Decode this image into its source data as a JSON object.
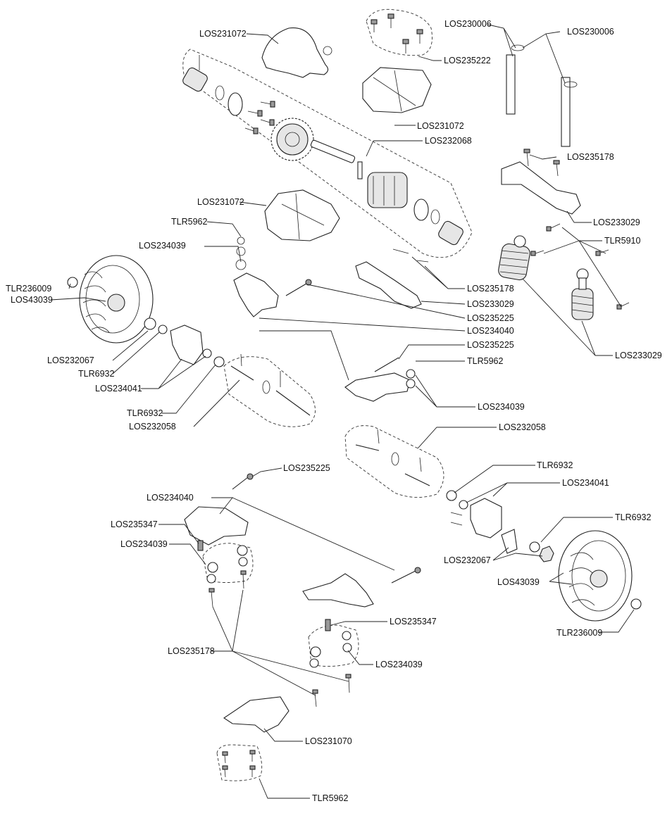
{
  "callouts": [
    {
      "id": "c1",
      "text": "LOS231072"
    },
    {
      "id": "c2",
      "text": "LOS235222"
    },
    {
      "id": "c3",
      "text": "LOS230006"
    },
    {
      "id": "c4",
      "text": "LOS230006"
    },
    {
      "id": "c5",
      "text": "LOS231072"
    },
    {
      "id": "c6",
      "text": "LOS232068"
    },
    {
      "id": "c7",
      "text": "LOS235178"
    },
    {
      "id": "c8",
      "text": "LOS231072"
    },
    {
      "id": "c9",
      "text": "TLR5962"
    },
    {
      "id": "c10",
      "text": "LOS233029"
    },
    {
      "id": "c11",
      "text": "TLR5910"
    },
    {
      "id": "c12",
      "text": "LOS234039"
    },
    {
      "id": "c13",
      "text": "TLR236009"
    },
    {
      "id": "c14",
      "text": "LOS43039"
    },
    {
      "id": "c15",
      "text": "LOS235178"
    },
    {
      "id": "c16",
      "text": "LOS233029"
    },
    {
      "id": "c17",
      "text": "LOS235225"
    },
    {
      "id": "c18",
      "text": "LOS234040"
    },
    {
      "id": "c19",
      "text": "LOS235225"
    },
    {
      "id": "c20",
      "text": "LOS232067"
    },
    {
      "id": "c21",
      "text": "LOS233029"
    },
    {
      "id": "c22",
      "text": "TLR6932"
    },
    {
      "id": "c23",
      "text": "TLR5962"
    },
    {
      "id": "c24",
      "text": "LOS234041"
    },
    {
      "id": "c25",
      "text": "LOS234039"
    },
    {
      "id": "c26",
      "text": "TLR6932"
    },
    {
      "id": "c27",
      "text": "LOS232058"
    },
    {
      "id": "c28",
      "text": "LOS232058"
    },
    {
      "id": "c29",
      "text": "TLR6932"
    },
    {
      "id": "c30",
      "text": "LOS235225"
    },
    {
      "id": "c31",
      "text": "LOS234041"
    },
    {
      "id": "c32",
      "text": "LOS234040"
    },
    {
      "id": "c33",
      "text": "TLR6932"
    },
    {
      "id": "c34",
      "text": "LOS235347"
    },
    {
      "id": "c35",
      "text": "LOS234039"
    },
    {
      "id": "c36",
      "text": "LOS232067"
    },
    {
      "id": "c37",
      "text": "LOS43039"
    },
    {
      "id": "c38",
      "text": "TLR236009"
    },
    {
      "id": "c39",
      "text": "LOS235347"
    },
    {
      "id": "c40",
      "text": "LOS234039"
    },
    {
      "id": "c41",
      "text": "LOS235178"
    },
    {
      "id": "c42",
      "text": "LOS231070"
    },
    {
      "id": "c43",
      "text": "TLR5962"
    }
  ]
}
